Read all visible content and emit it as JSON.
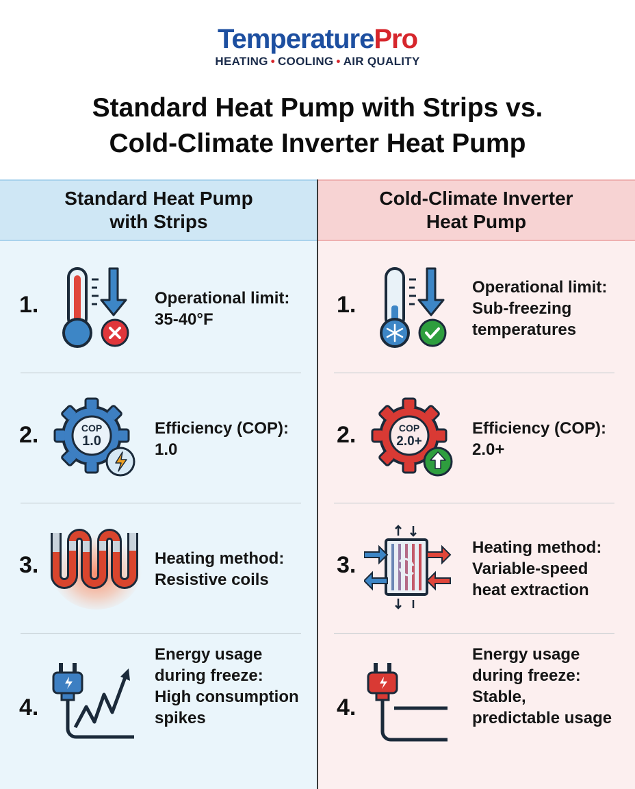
{
  "brand": {
    "part1": "Temperature",
    "part2": "Pro"
  },
  "tagline": {
    "a": "HEATING",
    "b": "COOLING",
    "c": "AIR QUALITY",
    "dot": "•"
  },
  "title": {
    "line1": "Standard Heat Pump with Strips vs.",
    "line2": "Cold-Climate Inverter Heat Pump"
  },
  "left": {
    "header": {
      "line1": "Standard Heat Pump",
      "line2": "with Strips"
    },
    "rows": [
      {
        "number": "1.",
        "icon": "thermometer-x-icon",
        "lines": [
          "Operational limit:",
          "35-40°F"
        ]
      },
      {
        "number": "2.",
        "icon": "gear-cop-icon",
        "cop_top": "COP",
        "cop_value": "1.0",
        "lines": [
          "Efficiency (COP):",
          "1.0"
        ]
      },
      {
        "number": "3.",
        "icon": "resistive-coil-icon",
        "lines": [
          "Heating method:",
          "Resistive coils"
        ]
      },
      {
        "number": "4.",
        "icon": "plug-spike-icon",
        "lines": [
          "Energy usage",
          "during freeze:",
          "High consumption",
          "spikes"
        ]
      }
    ]
  },
  "right": {
    "header": {
      "line1": "Cold-Climate Inverter",
      "line2": "Heat Pump"
    },
    "rows": [
      {
        "number": "1.",
        "icon": "thermometer-check-icon",
        "lines": [
          "Operational limit:",
          "Sub-freezing",
          "temperatures"
        ]
      },
      {
        "number": "2.",
        "icon": "gear-cop-up-icon",
        "cop_top": "COP",
        "cop_value": "2.0+",
        "lines": [
          "Efficiency (COP):",
          "2.0+"
        ]
      },
      {
        "number": "3.",
        "icon": "heat-exchanger-icon",
        "lines": [
          "Heating method:",
          "Variable-speed",
          "heat extraction"
        ]
      },
      {
        "number": "4.",
        "icon": "plug-flat-icon",
        "lines": [
          "Energy usage",
          "during freeze:",
          "Stable,",
          "predictable usage"
        ]
      }
    ]
  },
  "colors": {
    "blue": "#1d4fa0",
    "red": "#d6262c",
    "green": "#2e9e3e",
    "left_bg": "#eaf5fb",
    "right_bg": "#fcefef"
  }
}
